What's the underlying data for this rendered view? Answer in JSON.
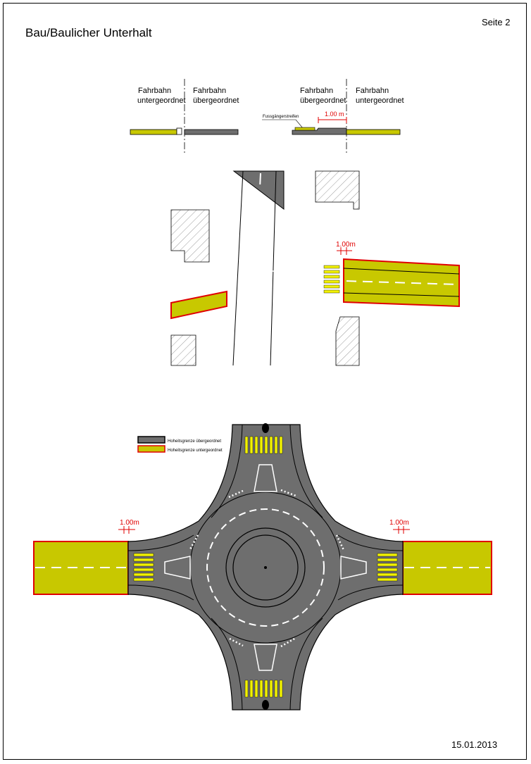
{
  "header": {
    "title": "Bau/Baulicher Unterhalt",
    "page": "Seite 2"
  },
  "footer": {
    "date": "15.01.2013"
  },
  "sections": {
    "left": {
      "label1_line1": "Fahrbahn",
      "label1_line2": "untergeordnet",
      "label2_line1": "Fahrbahn",
      "label2_line2": "übergeordnet"
    },
    "right": {
      "label1_line1": "Fahrbahn",
      "label1_line2": "übergeordnet",
      "label2_line1": "Fahrbahn",
      "label2_line2": "untergeordnet",
      "annotation": "Fussgängerstreifen",
      "dimension": "1.00 m"
    }
  },
  "junction": {
    "dimension": "1.00m"
  },
  "roundabout": {
    "dim_left": "1.00m",
    "dim_right": "1.00m",
    "legend": [
      {
        "label": "Hoheitsgrenze übergeordnet",
        "fill": "#6e6e6e",
        "border": "#000000"
      },
      {
        "label": "Hoheitsgrenze untergeordnet",
        "fill": "#c8c800",
        "border": "#e00000"
      }
    ]
  },
  "colors": {
    "asphalt_primary": "#6e6e6e",
    "asphalt_secondary": "#c8c800",
    "boundary_red": "#e00000",
    "crossing_yellow": "#f2f200",
    "hatch": "#9a9a9a"
  }
}
